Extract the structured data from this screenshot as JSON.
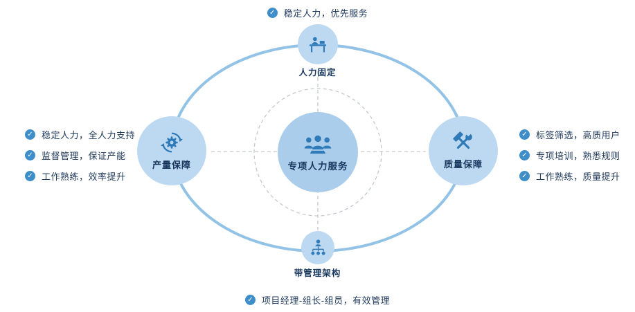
{
  "diagram": {
    "center": {
      "label": "专项人力服务",
      "icon": "people-group-icon"
    },
    "top": {
      "label": "人力固定",
      "icon": "person-desk-icon",
      "bullets": [
        "稳定人力，优先服务"
      ]
    },
    "left": {
      "label": "产量保障",
      "icon": "gear-cycle-icon",
      "bullets": [
        "稳定人力，全人力支持",
        "监督管理，保证产能",
        "工作熟练，效率提升"
      ]
    },
    "right": {
      "label": "质量保障",
      "icon": "tools-icon",
      "bullets": [
        "标签筛选，高质用户",
        "专项培训，熟悉规则",
        "工作熟练，质量提升"
      ]
    },
    "bottom": {
      "label": "带管理架构",
      "icon": "org-structure-icon",
      "bullets": [
        "项目经理-组长-组员，有效管理"
      ]
    }
  },
  "ui": {
    "check_glyph": "✓",
    "check_icon": "check-icon"
  },
  "colors": {
    "accent": "#3E8EC9",
    "node_fill": "#BDD9F1",
    "center_fill": "#A9CDEA",
    "ellipse_stroke": "#92C3E6",
    "dashed_stroke": "#C4C9CF",
    "icon_blue": "#2F7AB8",
    "text_dark": "#203A5C",
    "label_dark": "#17365D"
  }
}
